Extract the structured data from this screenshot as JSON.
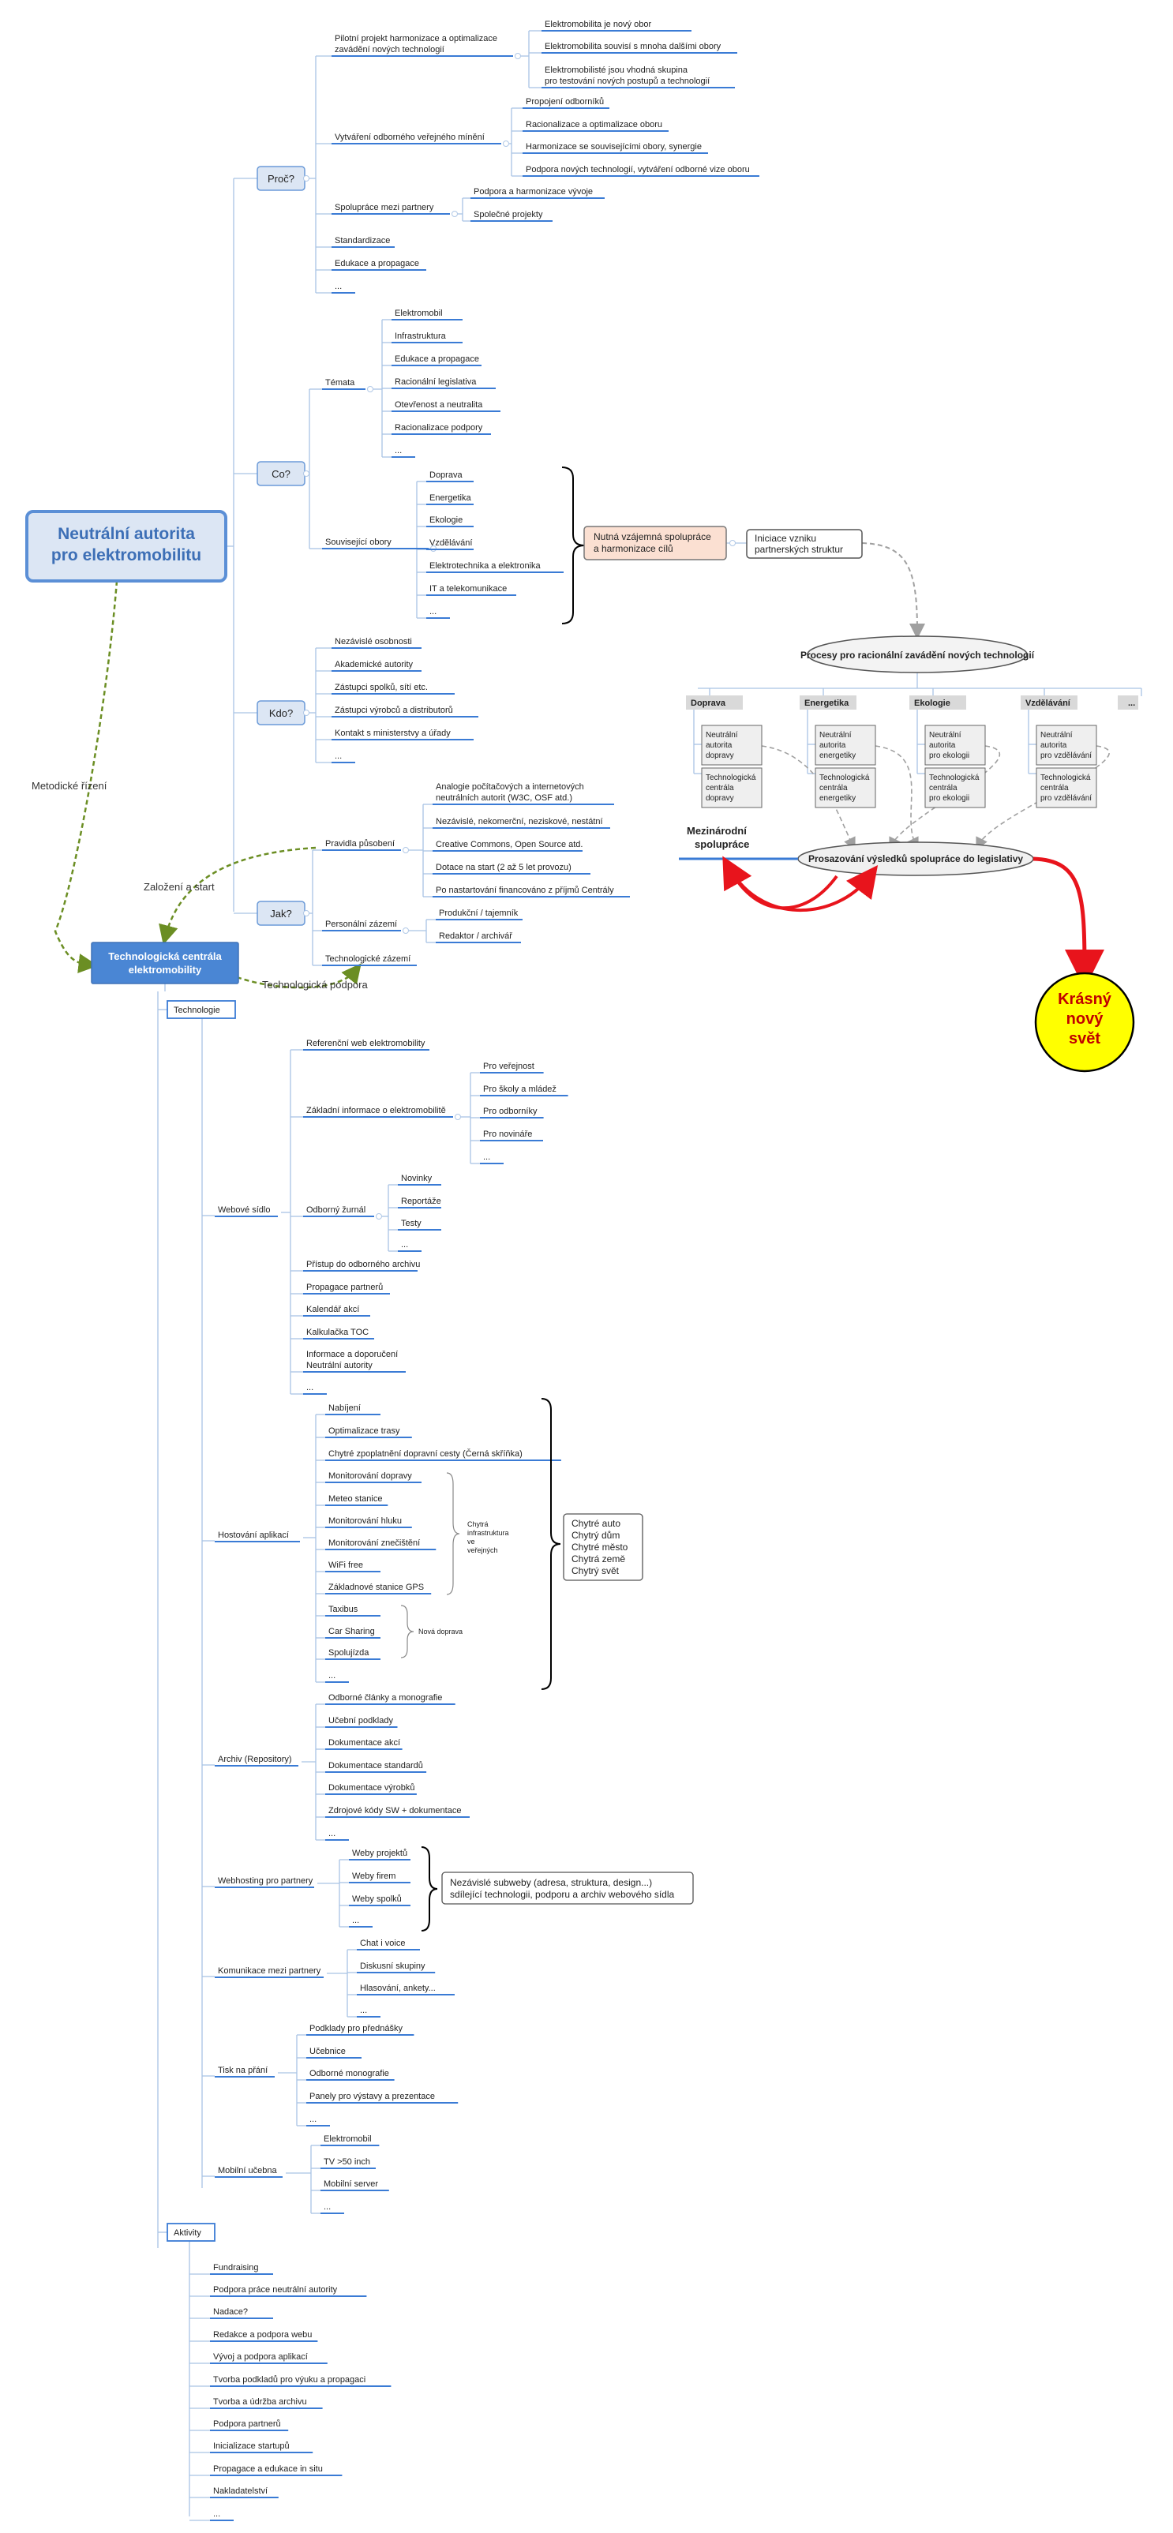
{
  "root": {
    "title_line1": "Neutrální autorita",
    "title_line2": "pro elektromobilitu"
  },
  "tech_center": {
    "line1": "Technologická centrála",
    "line2": "elektromobility"
  },
  "edge_labels": {
    "metodicke": "Metodické řízení",
    "zalozeni": "Založení a start",
    "podpora": "Technologická podpora"
  },
  "branches": {
    "proc": "Proč?",
    "co": "Co?",
    "kdo": "Kdo?",
    "jak": "Jak?"
  },
  "proc": {
    "pilot": [
      "Pilotní projekt harmonizace a optimalizace",
      "zavádění nových technologií"
    ],
    "pilot_children": [
      [
        "Elektromobilita je nový obor"
      ],
      [
        "Elektromobilita souvisí s mnoha dalšími obory"
      ],
      [
        "Elektromobilisté jsou vhodná skupina",
        "pro testování nových postupů a technologií"
      ]
    ],
    "opinion": "Vytváření odborného veřejného mínění",
    "opinion_children": [
      "Propojení odborníků",
      "Racionalizace a optimalizace oboru",
      "Harmonizace se souvisejícími obory, synergie",
      "Podpora nových technologií, vytváření odborné vize oboru"
    ],
    "partners": "Spolupráce mezi partnery",
    "partners_children": [
      "Podpora a harmonizace vývoje",
      "Společné projekty"
    ],
    "other": [
      "Standardizace",
      "Edukace a propagace",
      "..."
    ]
  },
  "co": {
    "temata": "Témata",
    "temata_children": [
      "Elektromobil",
      "Infrastruktura",
      "Edukace a propagace",
      "Racionální legislativa",
      "Otevřenost a neutralita",
      "Racionalizace podpory",
      "..."
    ],
    "obory": "Související obory",
    "obory_children": [
      "Doprava",
      "Energetika",
      "Ekologie",
      "Vzdělávání",
      "Elektrotechnika a elektronika",
      "IT a telekomunikace",
      "..."
    ]
  },
  "kdo": {
    "items": [
      "Nezávislé osobnosti",
      "Akademické autority",
      "Zástupci spolků, sítí etc.",
      "Zástupci výrobců a distributorů",
      "Kontakt s ministerstvy a úřady",
      "..."
    ]
  },
  "jak": {
    "pravidla": "Pravidla působení",
    "pravidla_children": [
      [
        "Analogie počítačových a internetových",
        "neutrálních autorit (W3C, OSF atd.)"
      ],
      [
        "Nezávislé, nekomerční, neziskové, nestátní"
      ],
      [
        "Creative Commons, Open Source atd."
      ],
      [
        "Dotace na start (2 až 5 let provozu)"
      ],
      [
        "Po nastartování financováno z příjmů Centrály"
      ]
    ],
    "zazemi": "Personální zázemí",
    "zazemi_children": [
      "Produkční / tajemník",
      "Redaktor / archivář"
    ],
    "tech": "Technologické zázemí"
  },
  "process": {
    "nutna": [
      "Nutná vzájemná spolupráce",
      "a harmonizace cílů"
    ],
    "iniciace": [
      "Iniciace vzniku",
      "partnerských struktur"
    ],
    "procesy": "Procesy pro racionální zavádění nových technologií",
    "columns": [
      {
        "header": "Doprava",
        "a": [
          "Neutrální",
          "autorita",
          "dopravy"
        ],
        "b": [
          "Technologická",
          "centrála",
          "dopravy"
        ]
      },
      {
        "header": "Energetika",
        "a": [
          "Neutrální",
          "autorita",
          "energetiky"
        ],
        "b": [
          "Technologická",
          "centrála",
          "energetiky"
        ]
      },
      {
        "header": "Ekologie",
        "a": [
          "Neutrální",
          "autorita",
          "pro ekologii"
        ],
        "b": [
          "Technologická",
          "centrála",
          "pro ekologii"
        ]
      },
      {
        "header": "Vzdělávání",
        "a": [
          "Neutrální",
          "autorita",
          "pro vzdělávání"
        ],
        "b": [
          "Technologická",
          "centrála",
          "pro vzdělávání"
        ]
      },
      {
        "header": "..."
      }
    ],
    "mezinarodni": [
      "Mezinárodní",
      "spolupráce"
    ],
    "prosazovani": "Prosazování výsledků spolupráce do legislativy",
    "krasny": [
      "Krásný",
      "nový",
      "svět"
    ]
  },
  "technologie": {
    "label": "Technologie",
    "web": {
      "label": "Webové sídlo",
      "referencni": "Referenční web elektromobility",
      "zakladni": "Základní informace o elektromobilitě",
      "zakladni_children": [
        "Pro veřejnost",
        "Pro školy a mládež",
        "Pro odborníky",
        "Pro novináře",
        "..."
      ],
      "zurnal": "Odborný žurnál",
      "zurnal_children": [
        "Novinky",
        "Reportáže",
        "Testy",
        "..."
      ],
      "items": [
        "Přístup do odborného archivu",
        "Propagace partnerů",
        "Kalendář akcí",
        "Kalkulačka TOC"
      ],
      "informace": [
        "Informace a doporučení",
        "Neutrální autority"
      ],
      "dots": "..."
    },
    "hosting": {
      "label": "Hostování aplikací",
      "items": [
        "Nabíjení",
        "Optimalizace trasy",
        "Chytré zpoplatnění dopravní cesty (Černá skříňka)",
        "Monitorování dopravy",
        "Meteo stanice",
        "Monitorování hluku",
        "Monitorování znečištění",
        "WiFi free",
        "Základnové stanice GPS",
        "Taxibus",
        "Car Sharing",
        "Spolujízda",
        "..."
      ],
      "chytra": [
        "Chytrá",
        "infrastruktura",
        "ve",
        "veřejných"
      ],
      "nova": "Nová doprava",
      "chytre": [
        "Chytré auto",
        "Chytrý dům",
        "Chytré město",
        "Chytrá země",
        "Chytrý svět"
      ]
    },
    "archiv": {
      "label": "Archiv (Repository)",
      "items": [
        "Odborné články a monografie",
        "Učební podklady",
        "Dokumentace akcí",
        "Dokumentace standardů",
        "Dokumentace výrobků",
        "Zdrojové kódy SW + dokumentace",
        "..."
      ]
    },
    "webhosting": {
      "label": "Webhosting pro partnery",
      "items": [
        "Weby projektů",
        "Weby firem",
        "Weby spolků",
        "..."
      ],
      "note": [
        "Nezávislé subweby (adresa, struktura, design...)",
        "sdílející technologii, podporu a archiv webového sídla"
      ]
    },
    "komunikace": {
      "label": "Komunikace mezi partnery",
      "items": [
        "Chat i voice",
        "Diskusní skupiny",
        "Hlasování, ankety...",
        "..."
      ]
    },
    "tisk": {
      "label": "Tisk na přání",
      "items": [
        "Podklady pro přednášky",
        "Učebnice",
        "Odborné monografie",
        "Panely pro výstavy a prezentace",
        "..."
      ]
    },
    "mobilni": {
      "label": "Mobilní učebna",
      "items": [
        "Elektromobil",
        "TV >50 inch",
        "Mobilní server",
        "..."
      ]
    }
  },
  "aktivity": {
    "label": "Aktivity",
    "items": [
      "Fundraising",
      "Podpora práce neutrální autority",
      "Nadace?",
      "Redakce a podpora webu",
      "Vývoj a podpora aplikací",
      "Tvorba podkladů pro výuku a propagaci",
      "Tvorba a údržba archivu",
      "Podpora partnerů",
      "Inicializace startupů",
      "Propagace a edukace in situ",
      "Nakladatelství",
      "..."
    ]
  },
  "colors": {
    "branch_line": "#a9c4e4",
    "underline": "#3a7bd5",
    "root_fill": "#dce6f4",
    "root_border": "#5b8fd6",
    "root_text": "#3d6fb6",
    "tech_fill": "#4a86d4",
    "dashed_green": "#6b8e23",
    "arrow_red": "#e8141c",
    "sun_fill": "#ffff00",
    "orange_fill": "#fbe0d2"
  }
}
